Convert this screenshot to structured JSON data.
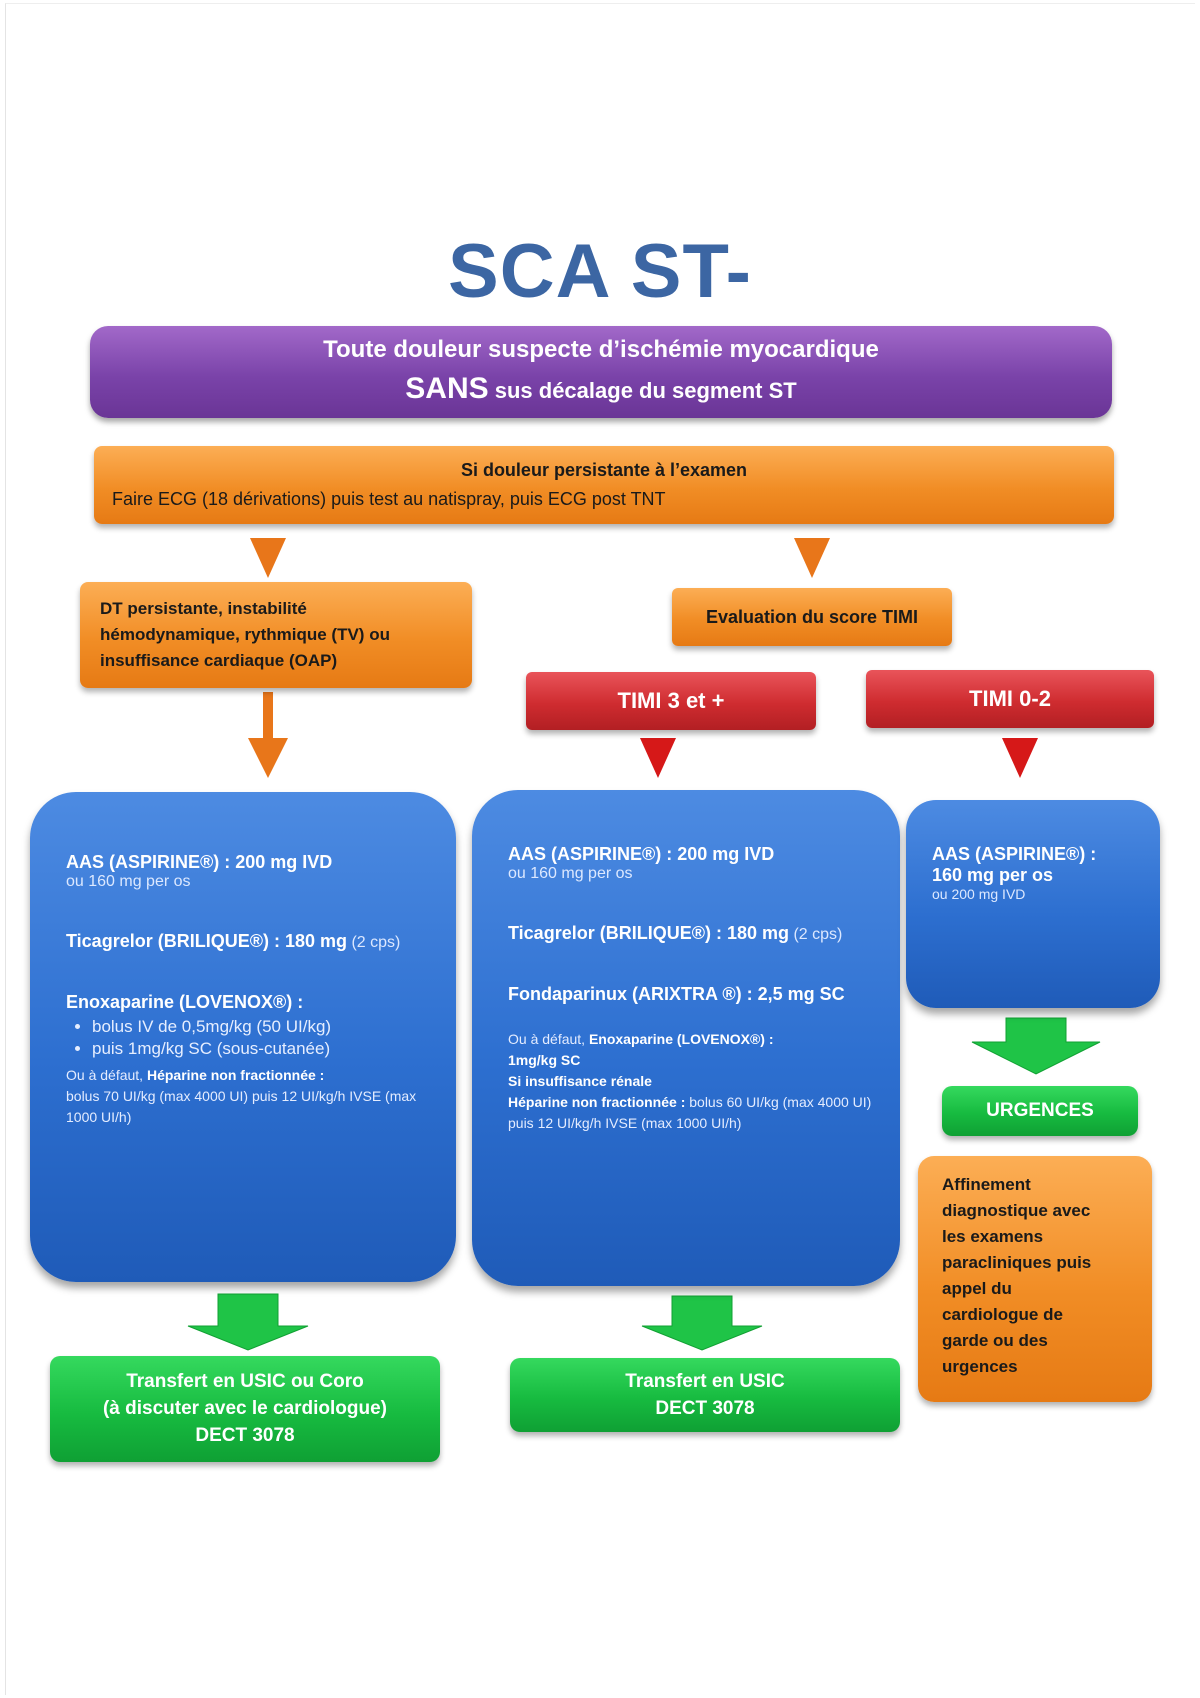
{
  "title": "SCA ST-",
  "header": {
    "line1": "Toute douleur suspecte d’ischémie myocardique",
    "line2_bold": "SANS",
    "line2_rest": " sus décalage du segment ST"
  },
  "persistent_pain": {
    "title": "Si douleur persistante à l’examen",
    "text": "Faire ECG (18 dérivations) puis test au natispray, puis ECG post TNT"
  },
  "instability_box": {
    "lines": [
      "DT persistante, instabilité",
      "hémodynamique, rythmique (TV) ou",
      "insuffisance cardiaque (OAP)"
    ]
  },
  "timi_eval": "Evaluation du score TIMI",
  "timi_high": "TIMI 3 et +",
  "timi_low": "TIMI 0-2",
  "treat_left": {
    "aas_bold": "AAS (ASPIRINE®)  : 200 mg IVD",
    "aas_alt": "ou 160 mg per os",
    "tica_bold": "Ticagrelor (BRILIQUE®) : 180 mg",
    "tica_rest": " (2 cps)",
    "enox_bold": "Enoxaparine  (LOVENOX®) :",
    "enox_items": [
      "bolus IV de 0,5mg/kg (50 UI/kg)",
      "puis 1mg/kg SC (sous-cutanée)"
    ],
    "alt_prefix": "Ou à défaut, ",
    "alt_bold": "Héparine non fractionnée :",
    "alt_text": "bolus 70 UI/kg (max 4000 UI) puis 12 UI/kg/h IVSE  (max 1000 UI/h)"
  },
  "treat_mid": {
    "aas_bold": "AAS (ASPIRINE®)  : 200 mg IVD",
    "aas_alt": "ou 160 mg per os",
    "tica_bold": "Ticagrelor (BRILIQUE®) : 180 mg",
    "tica_rest": " (2 cps)",
    "fonda_bold": "Fondaparinux (ARIXTRA ®) : 2,5 mg SC",
    "alt_prefix": "Ou à défaut, ",
    "alt_bold": "Enoxaparine  (LOVENOX®) :",
    "alt_dose": "1mg/kg SC",
    "renal": "Si insuffisance rénale",
    "hnf_bold": "Héparine non fractionnée :",
    "hnf_text": " bolus 60 UI/kg (max 4000 UI) puis 12 UI/kg/h IVSE  (max 1000 UI/h)"
  },
  "treat_right": {
    "line1": "AAS (ASPIRINE®) :",
    "line2": "160 mg per os",
    "line3": "ou 200 mg IVD"
  },
  "urgences": "URGENCES",
  "affinement": {
    "lines": [
      "Affinement",
      "diagnostique avec",
      "les  examens",
      "paracliniques puis",
      "appel du",
      "cardiologue de",
      "garde ou des",
      "urgences"
    ]
  },
  "transfer_left": {
    "lines": [
      "Transfert en USIC ou Coro",
      "(à discuter avec le cardiologue)",
      "DECT 3078"
    ]
  },
  "transfer_mid": {
    "lines": [
      "Transfert en USIC",
      "DECT 3078"
    ]
  },
  "colors": {
    "title": "#3c66a3",
    "purple": "#7a43a9",
    "orange": "#f18d25",
    "red": "#cf2c30",
    "blue": "#2d6fd0",
    "green": "#17bb40"
  }
}
